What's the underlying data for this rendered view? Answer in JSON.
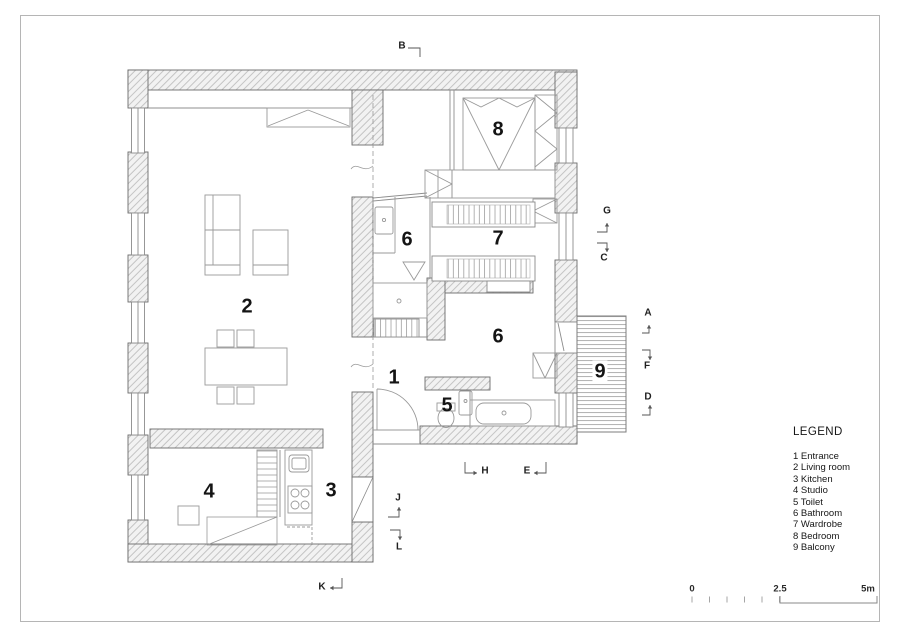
{
  "rooms": {
    "entrance": "1",
    "living_room": "2",
    "kitchen": "3",
    "studio": "4",
    "toilet": "5",
    "bathroom": "6",
    "wardrobe": "7",
    "bedroom": "8",
    "balcony": "9"
  },
  "section_markers": {
    "a": "A",
    "b": "B",
    "c": "C",
    "d": "D",
    "e": "E",
    "f": "F",
    "g": "G",
    "h": "H",
    "j": "J",
    "k": "K",
    "l": "L"
  },
  "legend": {
    "title": "LEGEND",
    "items": [
      "1 Entrance",
      "2 Living room",
      "3 Kitchen",
      "4 Studio",
      "5 Toilet",
      "6 Bathroom",
      "7 Wardrobe",
      "8 Bedroom",
      "9 Balcony"
    ]
  },
  "scale_bar": {
    "zero": "0",
    "mid": "2.5",
    "max": "5m"
  },
  "colors": {
    "wall_hatch_line": "#c4c4c4",
    "wall_fill": "#f2f2f2",
    "wall_outline": "#6b6b6b",
    "furniture_line": "#999999",
    "deck_line": "#a8a8a8",
    "text": "#141414",
    "page_border": "#b5b5b5"
  }
}
